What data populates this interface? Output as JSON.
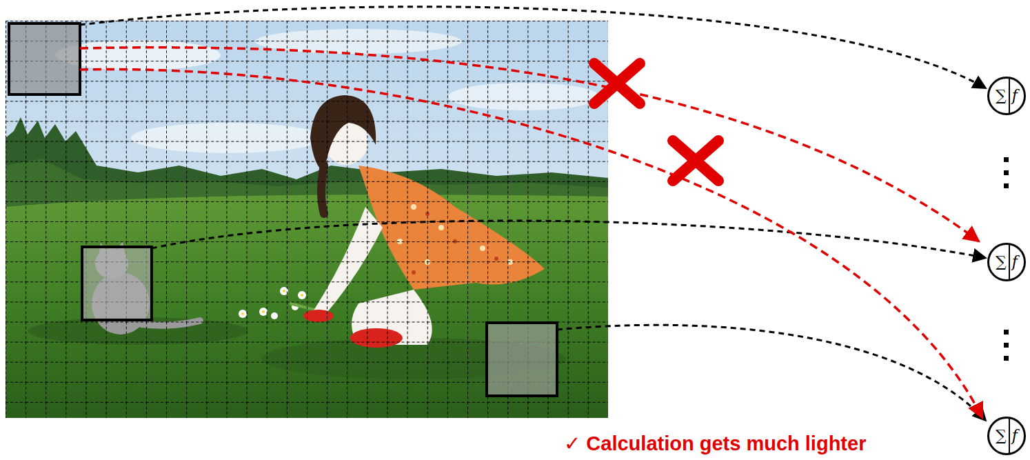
{
  "diagram": {
    "nodes": [
      {
        "text": [
          "∑",
          "f"
        ]
      },
      {
        "text": [
          "∑",
          "f"
        ]
      },
      {
        "text": [
          "∑",
          "f"
        ]
      }
    ],
    "labels": [
      "✓ Calculation gets much lighter"
    ]
  }
}
